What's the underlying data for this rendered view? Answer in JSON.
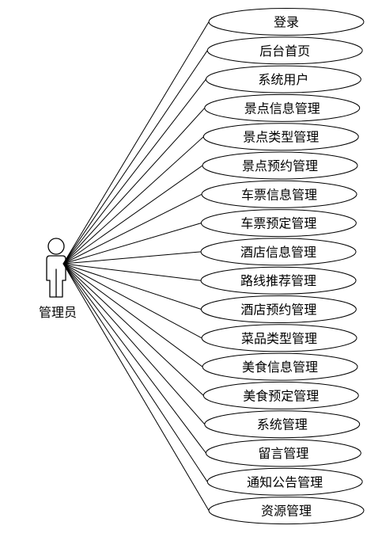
{
  "actor": {
    "label": "管理员",
    "icon": "stick-figure-actor-icon"
  },
  "use_cases": [
    "登录",
    "后台首页",
    "系统用户",
    "景点信息管理",
    "景点类型管理",
    "景点预约管理",
    "车票信息管理",
    "车票预定管理",
    "酒店信息管理",
    "路线推荐管理",
    "酒店预约管理",
    "菜品类型管理",
    "美食信息管理",
    "美食预定管理",
    "系统管理",
    "留言管理",
    "通知公告管理",
    "资源管理"
  ]
}
